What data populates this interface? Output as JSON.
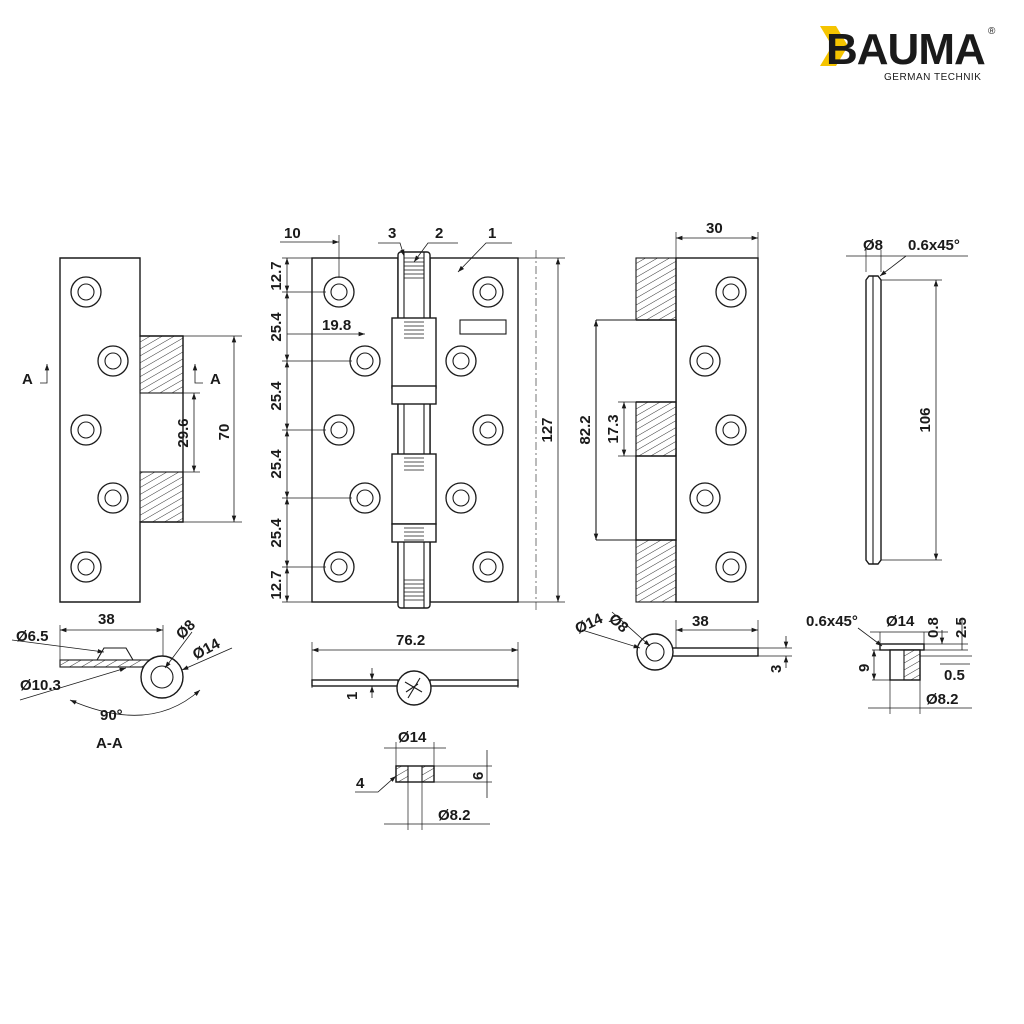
{
  "brand": {
    "name": "BAUMA",
    "tagline": "GERMAN TECHNIK",
    "registered": "®",
    "accent_color": "#F5C400"
  },
  "views": {
    "section_view": {
      "section_mark": "A",
      "title": "A-A",
      "dims": {
        "knuckle_height": "70",
        "gap_height": "29.6",
        "leaf_width": "38",
        "screw_hole": "Ø6.5",
        "countersink": "Ø10.3",
        "pin_dia": "Ø8",
        "knuckle_dia": "Ø14",
        "angle": "90°"
      }
    },
    "front_view": {
      "dims": {
        "edge_margin": "10",
        "hole_offset": "19.8",
        "pitch_end": "12.7",
        "pitch": "25.4",
        "height": "127",
        "open_width": "76.2",
        "thickness": "1"
      },
      "part_labels": [
        "3",
        "2",
        "1"
      ]
    },
    "side_view": {
      "dims": {
        "leaf_width_top": "30",
        "knuckle_span": "82.2",
        "knuckle_len": "17.3",
        "leaf_width": "38",
        "pin_dia": "Ø8",
        "knuckle_dia": "Ø14",
        "leaf_thickness": "3"
      }
    },
    "pin_view": {
      "dims": {
        "pin_dia": "Ø8",
        "chamfer": "0.6x45°",
        "length": "106"
      }
    },
    "bearing_view": {
      "part_label": "4",
      "dims": {
        "outer_dia": "Ø14",
        "height": "6",
        "inner_dia": "Ø8.2"
      }
    },
    "cap_view": {
      "dims": {
        "chamfer": "0.6x45°",
        "head_dia": "Ø14",
        "head_h": "0.8",
        "total_h": "2.5",
        "body_h": "9",
        "step": "0.5",
        "body_dia": "Ø8.2"
      }
    }
  }
}
